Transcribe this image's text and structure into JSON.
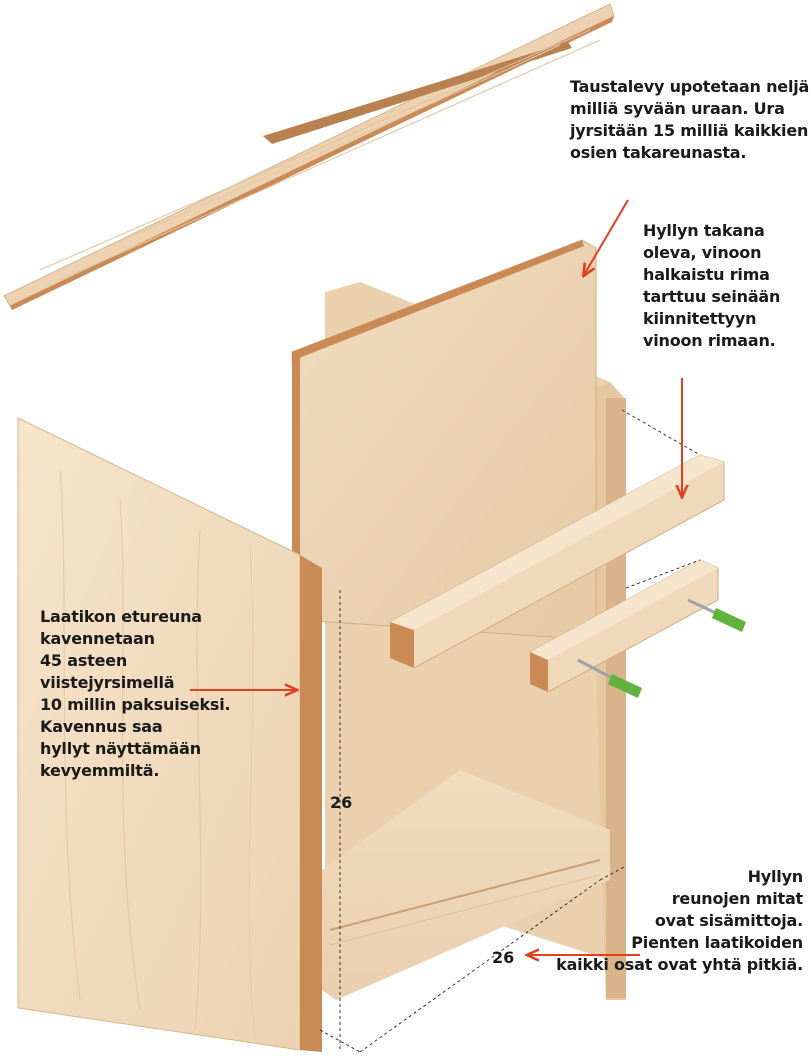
{
  "callouts": {
    "back_panel": [
      "Taustalevy upotetaan neljä",
      "milliä syvään uraan. Ura",
      "jyrsitään 15 milliä kaikkien",
      "osien takareunasta."
    ],
    "cleat": [
      "Hyllyn takana",
      "oleva, vinoon",
      "halkaistu rima",
      "tarttuu seinään",
      "kiinnitettyyn",
      "vinoon rimaan."
    ],
    "front_edge": [
      "Laatikon etureuna",
      "kavennetaan",
      "45 asteen",
      "viistejyrsimellä",
      "10 millin paksuiseksi.",
      "Kavennus saa",
      "hyllyt näyttämään",
      "kevyemmiltä."
    ],
    "dimensions_note": [
      "Hyllyn",
      "reunojen mitat",
      "ovat sisämittoja.",
      "Pienten laatikoiden",
      "kaikki osat ovat yhtä pitkiä."
    ]
  },
  "dimensions": {
    "height": "26",
    "depth": "26"
  },
  "colors": {
    "wood_light": "#f3dfc6",
    "wood_mid": "#e9cca9",
    "wood_shadow": "#d9b48a",
    "plywood_edge": "#c98a55",
    "arrow_red": "#e0401e",
    "text": "#1a1a1a",
    "anchor_green": "#5fb33c"
  }
}
